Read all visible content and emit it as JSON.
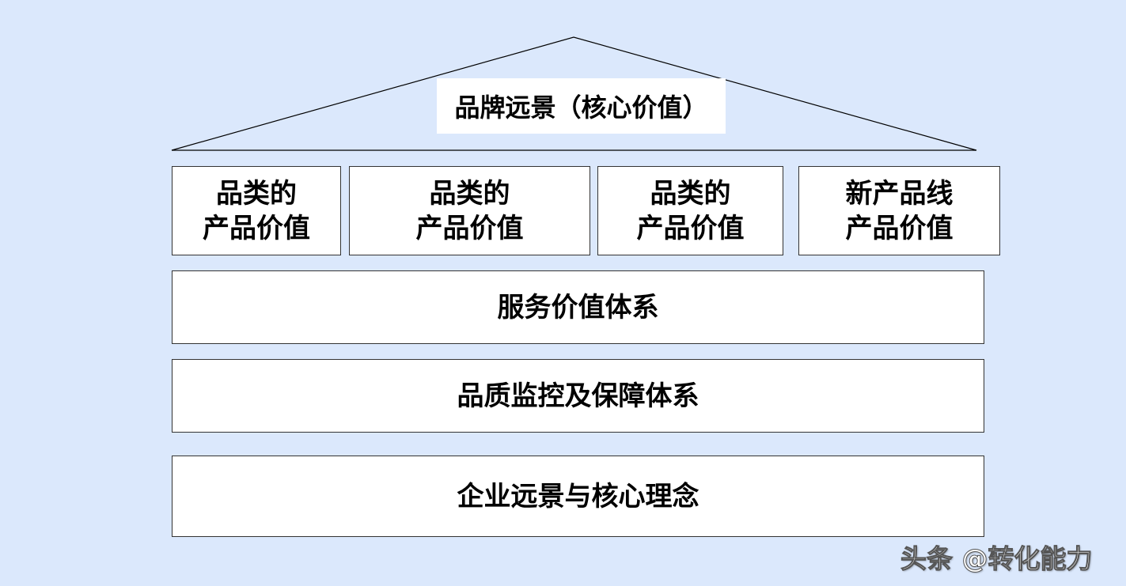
{
  "roof": {
    "title": "品牌远景（核心价值）"
  },
  "pillars": [
    {
      "line1": "品类的",
      "line2": "产品价值"
    },
    {
      "line1": "品类的",
      "line2": "产品价值"
    },
    {
      "line1": "品类的",
      "line2": "产品价值"
    },
    {
      "line1": "新产品线",
      "line2": "产品价值"
    }
  ],
  "layers": [
    "服务价值体系",
    "品质监控及保障体系",
    "企业远景与核心理念"
  ],
  "watermark": "头条 @转化能力",
  "colors": {
    "background": "#dbe8fc",
    "box_fill": "#ffffff",
    "line": "#000000"
  }
}
